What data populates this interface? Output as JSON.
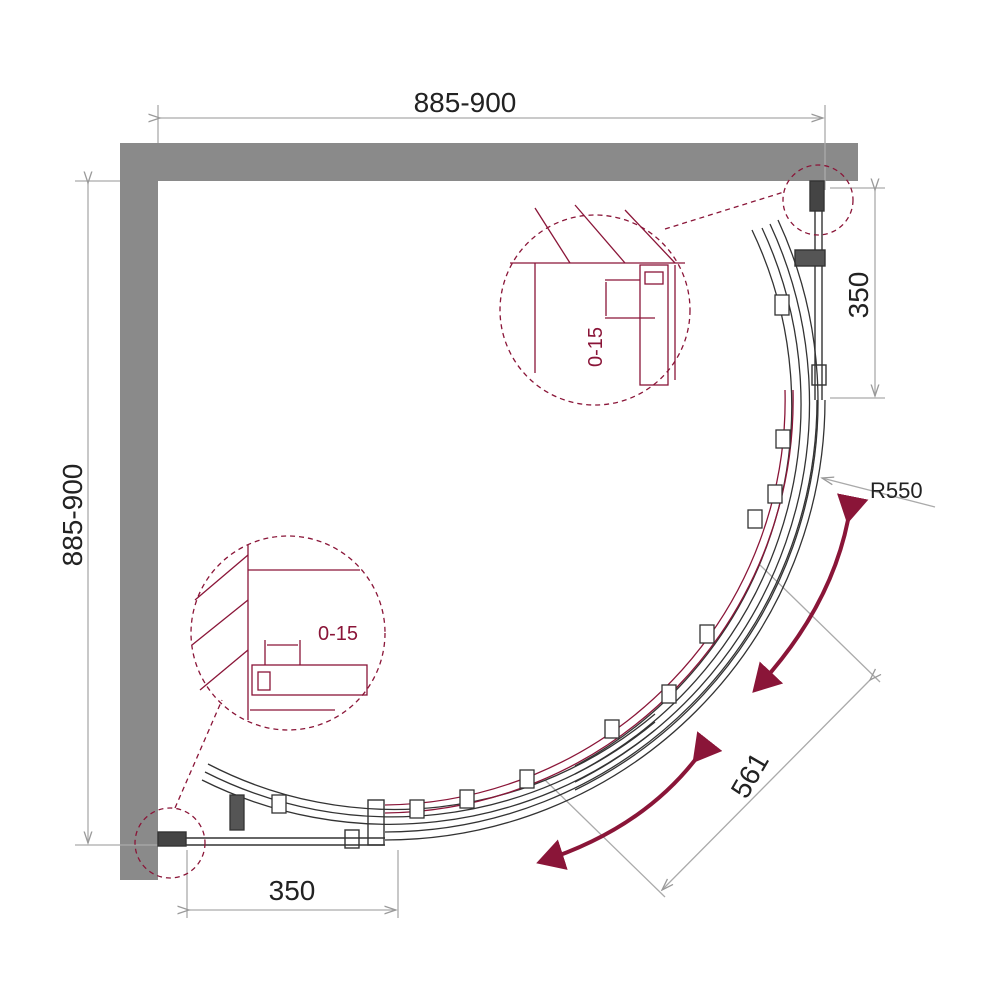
{
  "dimensions": {
    "width_label": "885-900",
    "height_label": "885-900",
    "right_straight_label": "350",
    "bottom_straight_label": "350",
    "radius_label": "R550",
    "door_opening_label": "561"
  },
  "details": {
    "top_detail_label": "0-15",
    "bottom_detail_label": "0-15"
  },
  "colors": {
    "wall": "#8a8a8a",
    "line": "#333333",
    "accent": "#8a1538",
    "dim_line": "#aaaaaa"
  }
}
